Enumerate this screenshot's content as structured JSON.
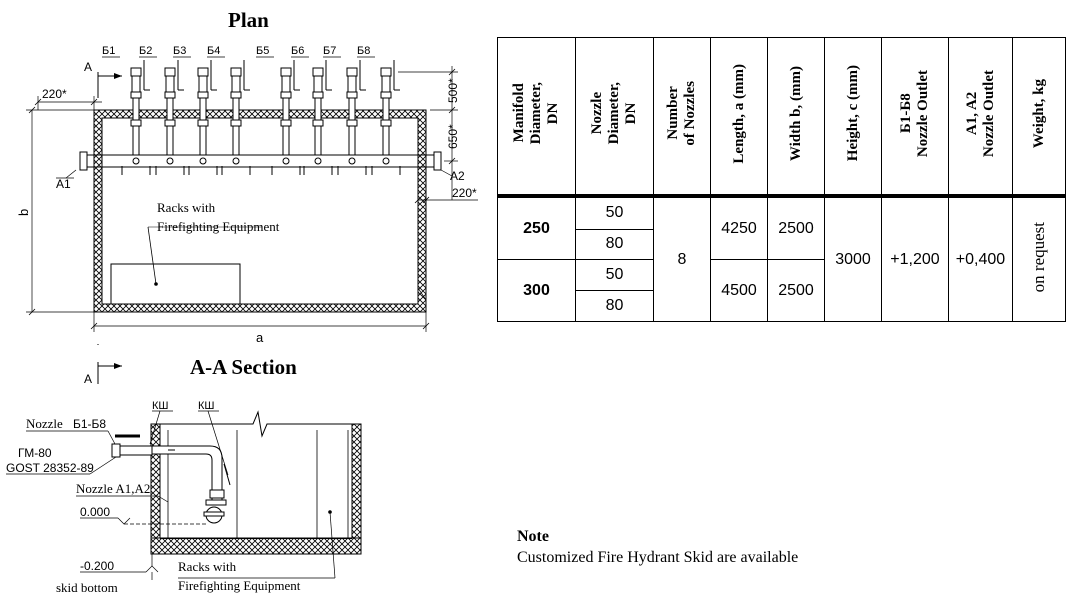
{
  "plan": {
    "title": "Plan",
    "nozzle_labels": [
      "Б1",
      "Б2",
      "Б3",
      "Б4",
      "Б5",
      "Б6",
      "Б7",
      "Б8"
    ],
    "section_mark": "A",
    "dim_220_left": "220*",
    "dim_220_right": "220*",
    "dim_500": "500*",
    "dim_650": "650*",
    "label_a1": "A1",
    "label_a2": "A2",
    "dim_b": "b",
    "dim_a": "a",
    "racks_line1": "Racks with",
    "racks_line2": "Firefighting Equipment"
  },
  "section": {
    "title": "A-A Section",
    "section_mark": "A",
    "nozzle_label": "Nozzle",
    "nozzle_range": "Б1-Б8",
    "ksh_1": "КШ",
    "ksh_2": "КШ",
    "gm_line1": "ГМ-80",
    "gm_line2": "GOST 28352-89",
    "nozzle_a_label": "Nozzle A1,A2",
    "level_zero": "0.000",
    "level_minus": "-0.200",
    "skid_bottom": "skid bottom",
    "racks_line1": "Racks with",
    "racks_line2": "Firefighting Equipment"
  },
  "table": {
    "headers": [
      "Manifold\nDiameter,\nDN",
      "Nozzle\nDiameter,\nDN",
      "Number\nof Nozzles",
      "Length, a (mm)",
      "Width b, (mm)",
      "Height, c (mm)",
      "Б1-Б8\nNozzle Outlet",
      "A1, A2\nNozzle Outlet",
      "Weight, kg"
    ],
    "manifold_1": "250",
    "manifold_2": "300",
    "nozzle_1a": "50",
    "nozzle_1b": "80",
    "nozzle_2a": "50",
    "nozzle_2b": "80",
    "num_nozzles": "8",
    "length_1": "4250",
    "width_1": "2500",
    "length_2": "4500",
    "width_2": "2500",
    "height": "3000",
    "b_outlet": "+1,200",
    "a_outlet": "+0,400",
    "weight": "on request"
  },
  "note": {
    "title": "Note",
    "text": "Customized Fire Hydrant Skid are available"
  }
}
